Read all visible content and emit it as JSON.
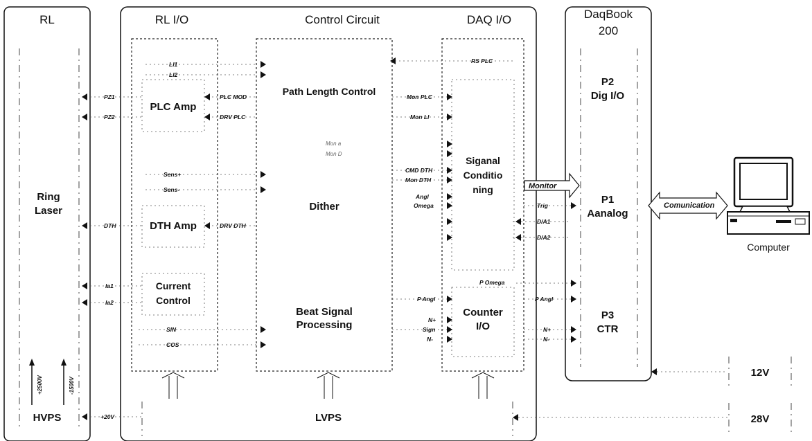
{
  "panels": {
    "rl": "RL",
    "rl_io": "RL I/O",
    "control_circuit": "Control Circuit",
    "daq_io": "DAQ I/O",
    "daqbook_line1": "DaqBook",
    "daqbook_line2": "200"
  },
  "blocks": {
    "ring_laser_1": "Ring",
    "ring_laser_2": "Laser",
    "hvps": "HVPS",
    "plc_amp": "PLC Amp",
    "dth_amp": "DTH Amp",
    "current_control_1": "Current",
    "current_control_2": "Control",
    "path_length_control": "Path Length Control",
    "dither": "Dither",
    "beat_signal_1": "Beat Signal",
    "beat_signal_2": "Processing",
    "lvps": "LVPS",
    "sig_cond_1": "Siganal",
    "sig_cond_2": "Conditio",
    "sig_cond_3": "ning",
    "counter_io_1": "Counter",
    "counter_io_2": "I/O",
    "p2_1": "P2",
    "p2_2": "Dig I/O",
    "p1_1": "P1",
    "p1_2": "Aanalog",
    "p3_1": "P3",
    "p3_2": "CTR",
    "v12": "12V",
    "v28": "28V",
    "computer": "Computer"
  },
  "signals": {
    "li1": "LI1",
    "li2": "LI2",
    "pz1": "PZ1",
    "pz2": "PZ2",
    "plc_mod": "PLC MOD",
    "drv_plc": "DRV PLC",
    "sens_plus": "Sens+",
    "sens_minus": "Sens-",
    "dth": "DTH",
    "drv_dth": "DRV DTH",
    "ia1": "Ia1",
    "ia2": "Ia2",
    "sin": "SIN",
    "cos": "COS",
    "plus20v": "+20V",
    "plus2500v": "+2500V",
    "minus1500v": "-1500V",
    "rs_plc": "RS PLC",
    "mon_plc": "Mon PLC",
    "mon_li": "Mon LI",
    "mon_a": "Mon  a",
    "mon_d": "Mon  D",
    "cmd_dth": "CMD DTH",
    "mon_dth": "Mon DTH",
    "angl": "Angl",
    "omega": "Omega",
    "p_angl_left": "P Angl",
    "n_plus_left": "N+",
    "sign": "Sign",
    "n_minus_left": "N-",
    "p_omega": "P Omega",
    "trig": "Trig",
    "da1": "D/A1",
    "da2": "D/A2",
    "p_angl_right": "P Angl",
    "n_plus_right": "N+",
    "n_minus_right": "N-",
    "monitor": "Monitor",
    "comunication": "Comunication"
  }
}
